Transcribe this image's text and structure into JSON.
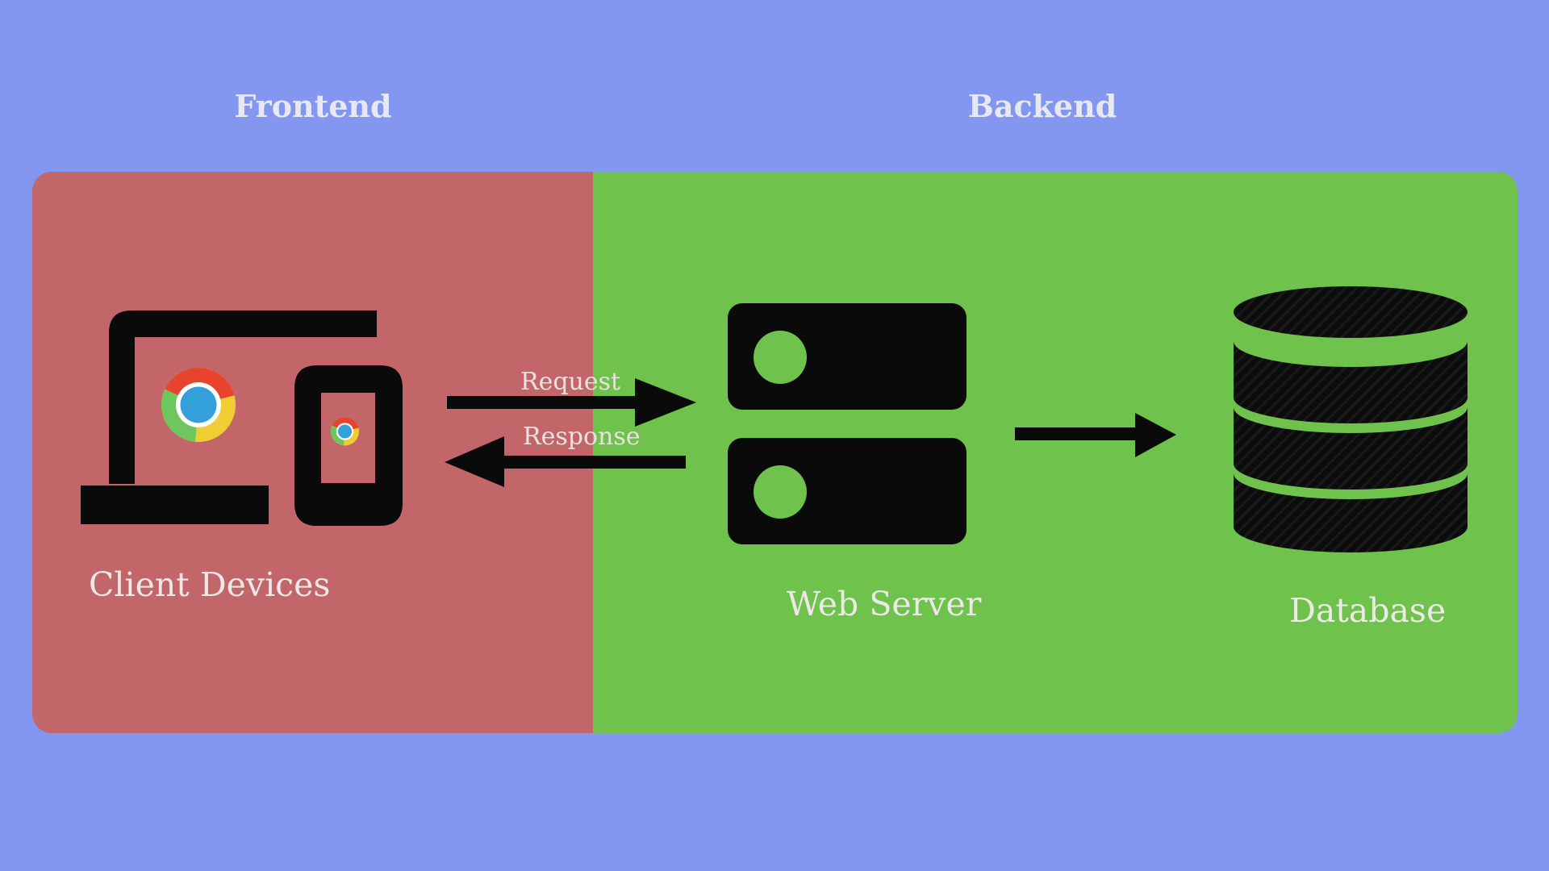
{
  "sections": {
    "frontend": {
      "title": "Frontend"
    },
    "backend": {
      "title": "Backend"
    }
  },
  "nodes": {
    "client_devices": {
      "label": "Client Devices",
      "icons": [
        "laptop-icon",
        "smartphone-icon",
        "chrome-browser-logo"
      ]
    },
    "web_server": {
      "label": "Web Server",
      "icons": [
        "server-rack-icon"
      ]
    },
    "database": {
      "label": "Database",
      "icons": [
        "database-cylinder-icon"
      ]
    }
  },
  "flows": {
    "request": {
      "label": "Request"
    },
    "response": {
      "label": "Response"
    },
    "server_to_database": {
      "label": ""
    }
  },
  "colors": {
    "background": "#8497f0",
    "frontend_panel": "#c2666a",
    "backend_panel": "#6fc24c",
    "icon_black": "#0a0a0a",
    "heading_text": "#e8e8f0",
    "node_label_text": "#ece9e8",
    "flow_label_text": "#e9e2e0",
    "chrome_red": "#e8432d",
    "chrome_yellow": "#f0ce33",
    "chrome_green": "#6ec75e",
    "chrome_blue": "#33a0da"
  }
}
